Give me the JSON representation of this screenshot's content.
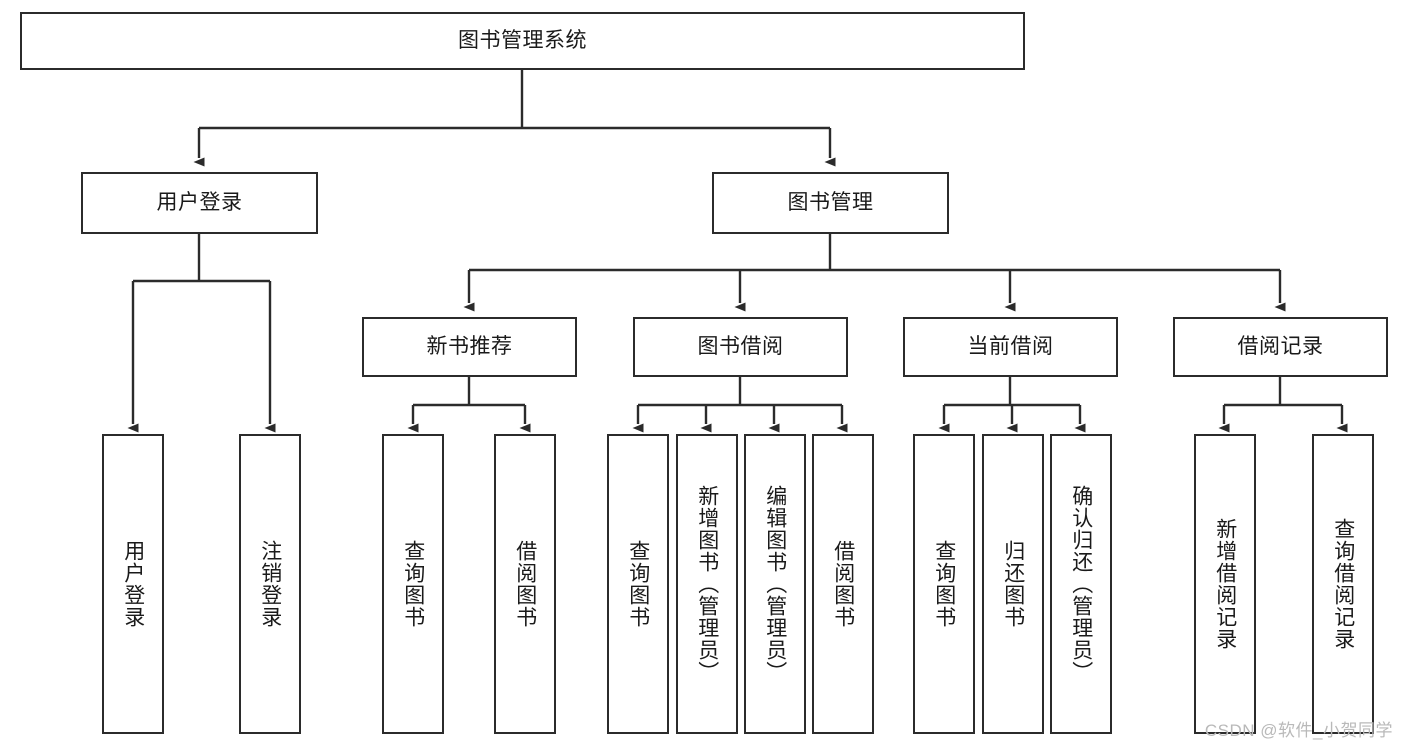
{
  "diagram": {
    "title": "图书管理系统",
    "watermark": "CSDN @软件_小贺同学",
    "stroke_color": "#2b2b2b",
    "fill_color": "#ffffff",
    "text_color": "#1a1a1a",
    "watermark_color": "#b9b9b9",
    "type": "tree",
    "root": {
      "label": "图书管理系统",
      "children": [
        {
          "label": "用户登录",
          "children": [
            {
              "label": "用户登录"
            },
            {
              "label": "注销登录"
            }
          ]
        },
        {
          "label": "图书管理",
          "children": [
            {
              "label": "新书推荐",
              "children": [
                {
                  "label": "查询图书"
                },
                {
                  "label": "借阅图书"
                }
              ]
            },
            {
              "label": "图书借阅",
              "children": [
                {
                  "label": "查询图书"
                },
                {
                  "label": "新增图书（管理员）"
                },
                {
                  "label": "编辑图书（管理员）"
                },
                {
                  "label": "借阅图书"
                }
              ]
            },
            {
              "label": "当前借阅",
              "children": [
                {
                  "label": "查询图书"
                },
                {
                  "label": "归还图书"
                },
                {
                  "label": "确认归还（管理员）"
                }
              ]
            },
            {
              "label": "借阅记录",
              "children": [
                {
                  "label": "新增借阅记录"
                },
                {
                  "label": "查询借阅记录"
                }
              ]
            }
          ]
        }
      ]
    },
    "nodes": {
      "root": {
        "label": "图书管理系统"
      },
      "l1": [
        {
          "label": "用户登录"
        },
        {
          "label": "图书管理"
        }
      ],
      "l2": [
        {
          "label": "新书推荐"
        },
        {
          "label": "图书借阅"
        },
        {
          "label": "当前借阅"
        },
        {
          "label": "借阅记录"
        }
      ],
      "leaves_user": [
        {
          "label": "用户登录"
        },
        {
          "label": "注销登录"
        }
      ],
      "leaves_newbook": [
        {
          "label": "查询图书"
        },
        {
          "label": "借阅图书"
        }
      ],
      "leaves_borrow": [
        {
          "label": "查询图书"
        },
        {
          "label": "新增图书（管理员）"
        },
        {
          "label": "编辑图书（管理员）"
        },
        {
          "label": "借阅图书"
        }
      ],
      "leaves_current": [
        {
          "label": "查询图书"
        },
        {
          "label": "归还图书"
        },
        {
          "label": "确认归还（管理员）"
        }
      ],
      "leaves_record": [
        {
          "label": "新增借阅记录"
        },
        {
          "label": "查询借阅记录"
        }
      ]
    }
  }
}
